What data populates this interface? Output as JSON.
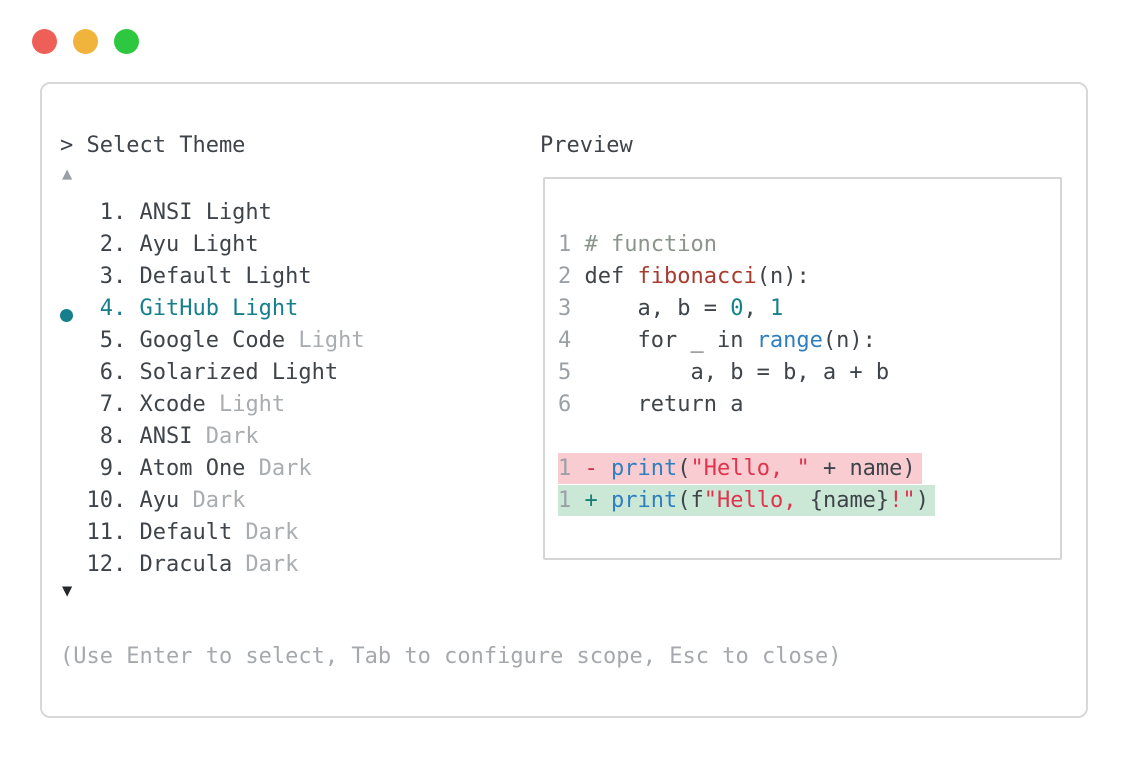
{
  "window_controls": {
    "close": "close",
    "minimize": "minimize",
    "zoom": "zoom"
  },
  "left_panel": {
    "title": "> Select Theme",
    "scroll_up_icon": "▲",
    "scroll_down_icon": "▼",
    "items": [
      {
        "num": "1",
        "name": "ANSI Light",
        "variant": "",
        "selected": false
      },
      {
        "num": "2",
        "name": "Ayu Light",
        "variant": "",
        "selected": false
      },
      {
        "num": "3",
        "name": "Default Light",
        "variant": "",
        "selected": false
      },
      {
        "num": "4",
        "name": "GitHub Light",
        "variant": "",
        "selected": true
      },
      {
        "num": "5",
        "name": "Google Code",
        "variant": "Light",
        "selected": false
      },
      {
        "num": "6",
        "name": "Solarized Light",
        "variant": "",
        "selected": false
      },
      {
        "num": "7",
        "name": "Xcode",
        "variant": "Light",
        "selected": false
      },
      {
        "num": "8",
        "name": "ANSI",
        "variant": "Dark",
        "selected": false
      },
      {
        "num": "9",
        "name": "Atom One",
        "variant": "Dark",
        "selected": false
      },
      {
        "num": "10",
        "name": "Ayu",
        "variant": "Dark",
        "selected": false
      },
      {
        "num": "11",
        "name": "Default",
        "variant": "Dark",
        "selected": false
      },
      {
        "num": "12",
        "name": "Dracula",
        "variant": "Dark",
        "selected": false
      }
    ],
    "footer_hint": "(Use Enter to select, Tab to configure scope, Esc to close)"
  },
  "preview": {
    "title": "Preview",
    "code_lines": [
      {
        "num": "1",
        "diff": "",
        "tokens": [
          {
            "t": "# function",
            "c": "comment"
          }
        ]
      },
      {
        "num": "2",
        "diff": "",
        "tokens": [
          {
            "t": "def ",
            "c": "fg"
          },
          {
            "t": "fibonacci",
            "c": "func"
          },
          {
            "t": "(n):",
            "c": "fg"
          }
        ]
      },
      {
        "num": "3",
        "diff": "",
        "tokens": [
          {
            "t": "    a, b = ",
            "c": "fg"
          },
          {
            "t": "0",
            "c": "num"
          },
          {
            "t": ", ",
            "c": "fg"
          },
          {
            "t": "1",
            "c": "num"
          }
        ]
      },
      {
        "num": "4",
        "diff": "",
        "tokens": [
          {
            "t": "    for _ in ",
            "c": "fg"
          },
          {
            "t": "range",
            "c": "builtin"
          },
          {
            "t": "(n):",
            "c": "fg"
          }
        ]
      },
      {
        "num": "5",
        "diff": "",
        "tokens": [
          {
            "t": "        a, b = b, a + b",
            "c": "fg"
          }
        ]
      },
      {
        "num": "6",
        "diff": "",
        "tokens": [
          {
            "t": "    return a",
            "c": "fg"
          }
        ]
      },
      {
        "num": "",
        "diff": "",
        "tokens": []
      },
      {
        "num": "1",
        "diff": "del",
        "tokens": [
          {
            "t": "- ",
            "c": "del"
          },
          {
            "t": "print",
            "c": "builtin"
          },
          {
            "t": "(",
            "c": "fg"
          },
          {
            "t": "\"Hello, \"",
            "c": "string"
          },
          {
            "t": " + name)",
            "c": "fg"
          }
        ]
      },
      {
        "num": "1",
        "diff": "add",
        "tokens": [
          {
            "t": "+ ",
            "c": "add"
          },
          {
            "t": "print",
            "c": "builtin"
          },
          {
            "t": "(f",
            "c": "fg"
          },
          {
            "t": "\"Hello, ",
            "c": "string"
          },
          {
            "t": "{name}",
            "c": "fg"
          },
          {
            "t": "!\"",
            "c": "string"
          },
          {
            "t": ")",
            "c": "fg"
          }
        ]
      }
    ]
  },
  "colors": {
    "fg": "#3e444a",
    "muted": "#a9adb0",
    "muted_arrow": "#9aa0a5",
    "dark_arrow": "#23282d",
    "line_num": "#9ba0a5",
    "footer": "#a5a9ad",
    "accent": "#177e8c",
    "comment": "#8a958c",
    "func_red": "#a83b2e",
    "number_teal": "#14808a",
    "builtin_blue": "#2f7fbf",
    "string_red": "#e0334e",
    "diff_del": "#cf2f44",
    "diff_add": "#177f72",
    "del_bg": "#f8ccd1",
    "add_bg": "#cbe8d7",
    "border": "#d8d8d8",
    "border2": "#d5d5d5",
    "tl_red": "#ee5f58",
    "tl_yellow": "#f0b43c",
    "tl_green": "#2dc840"
  }
}
